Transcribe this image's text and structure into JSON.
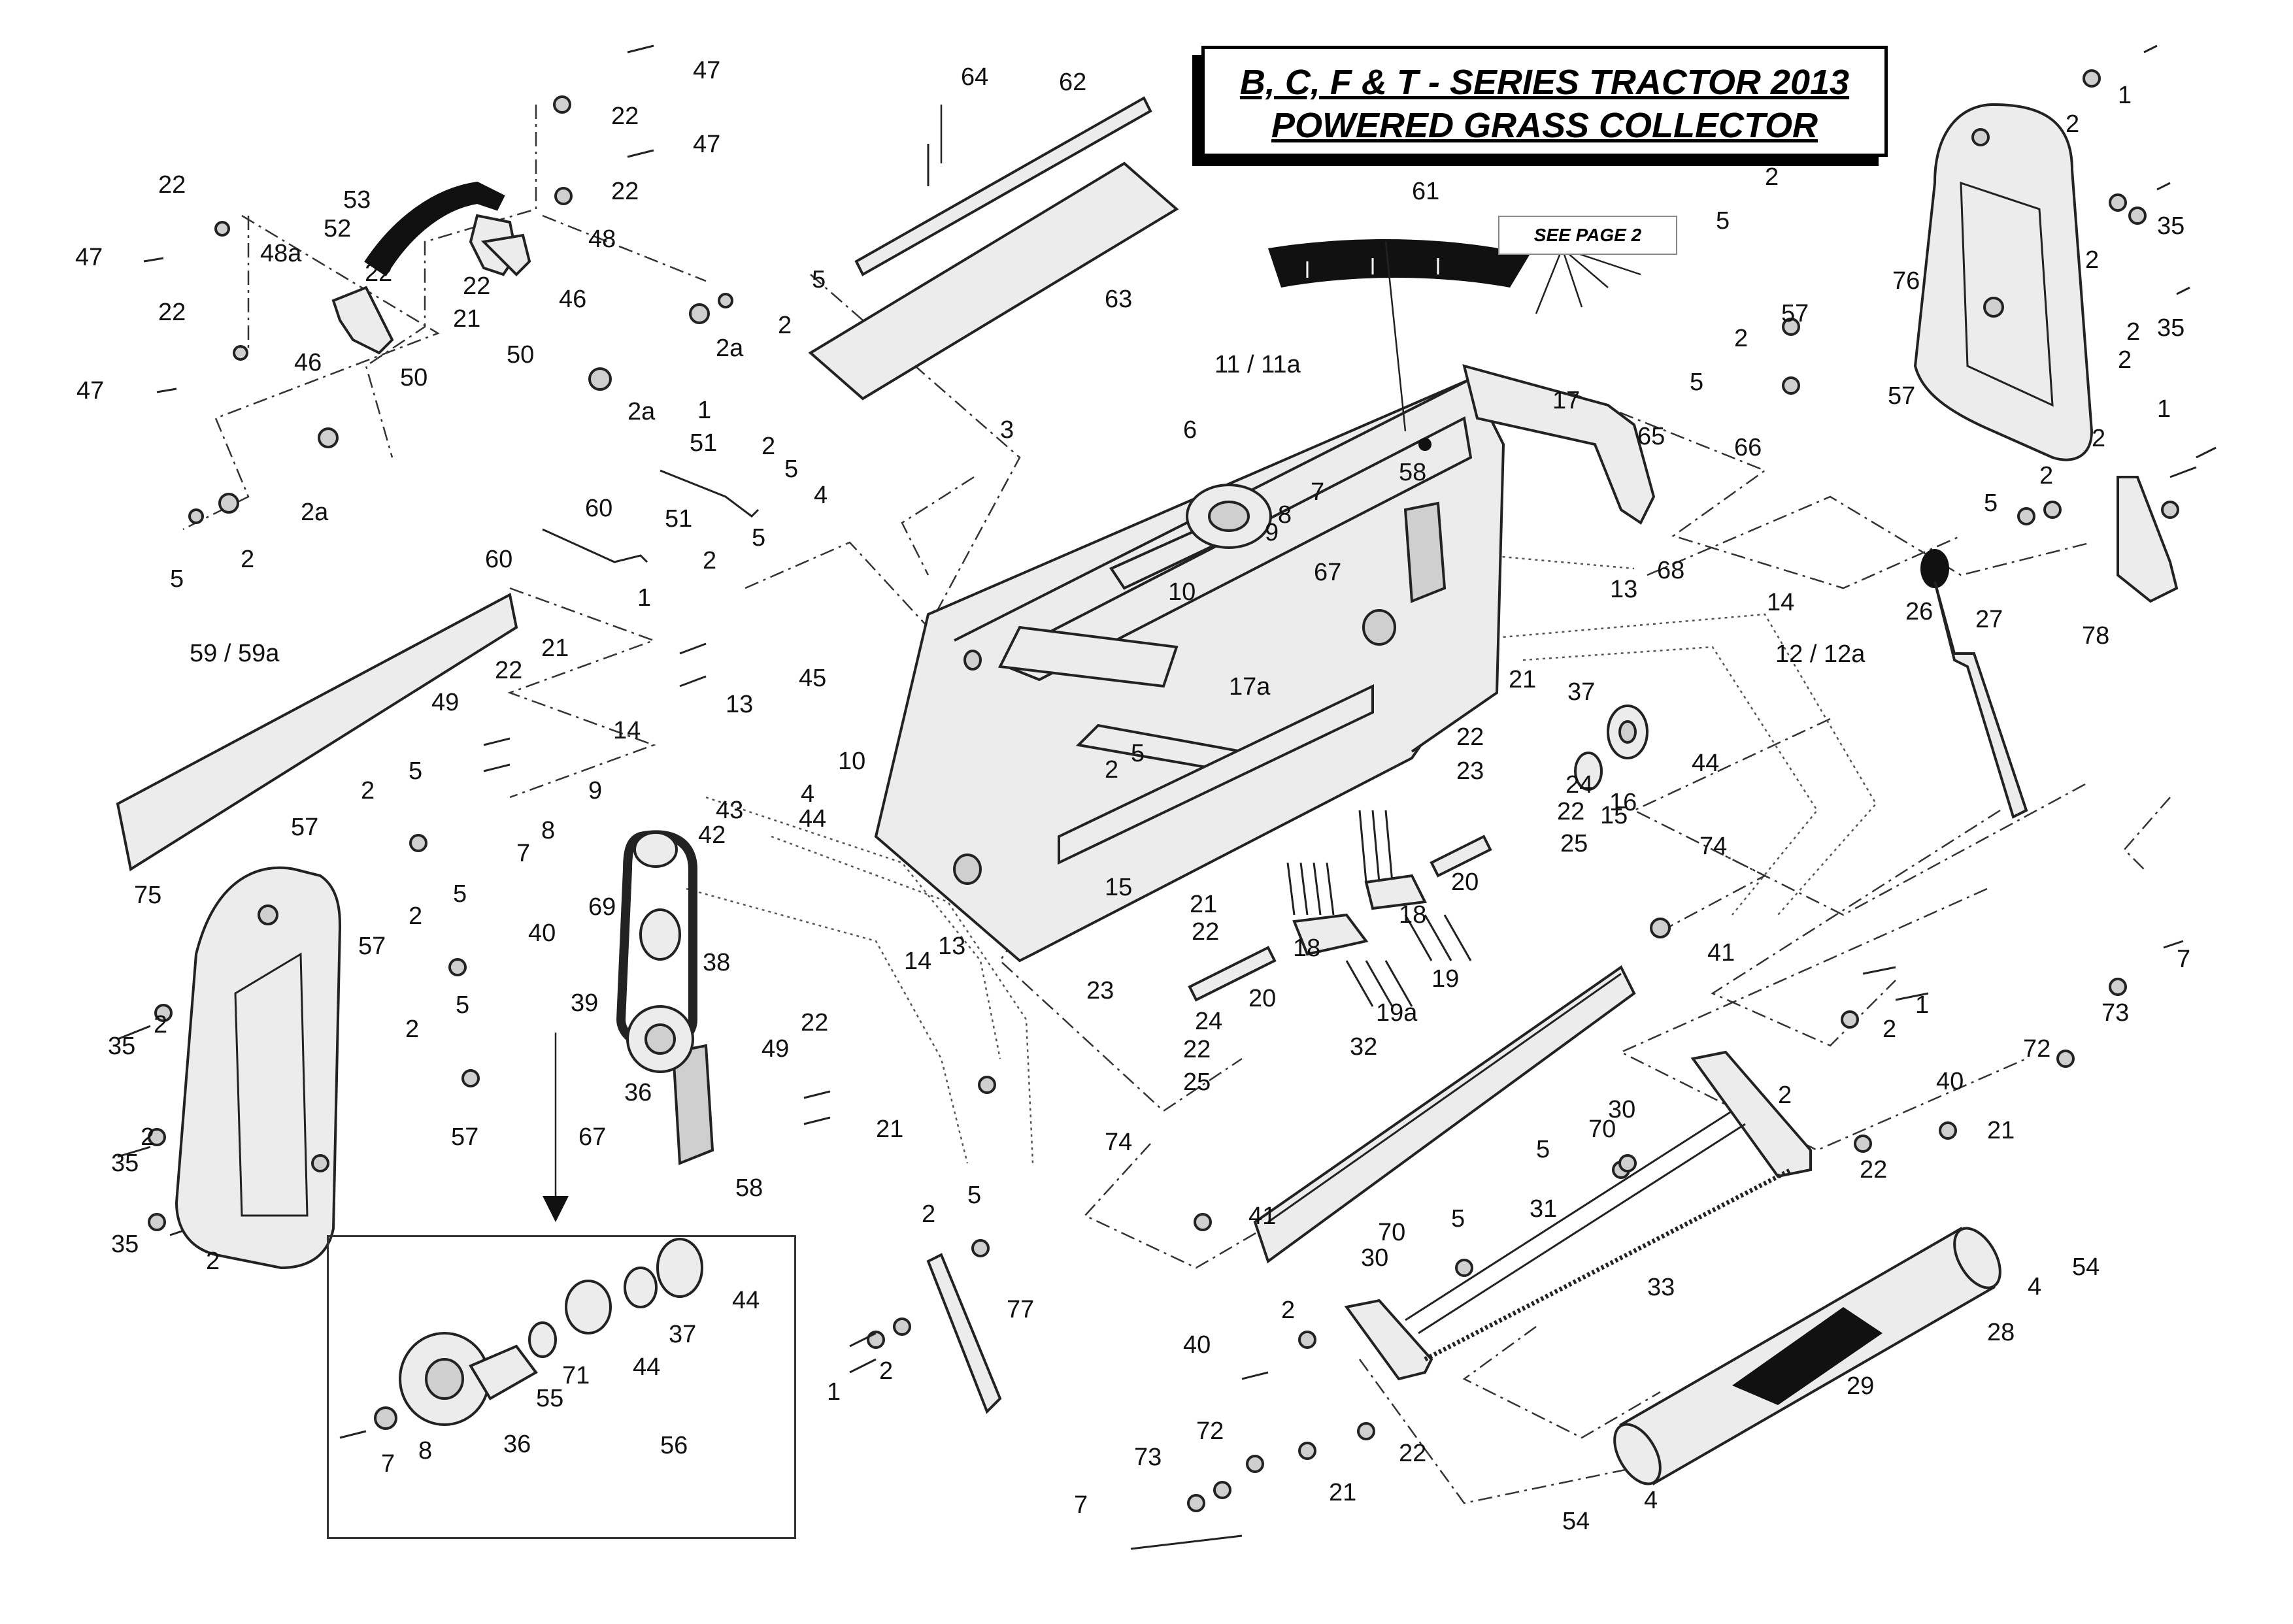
{
  "title": {
    "line1": "B, C, F & T - SERIES TRACTOR 2013",
    "line2": "POWERED GRASS COLLECTOR"
  },
  "note": "SEE PAGE 2",
  "callouts": [
    {
      "id": "c1",
      "text": "47"
    },
    {
      "id": "c2",
      "text": "22"
    },
    {
      "id": "c3",
      "text": "47"
    },
    {
      "id": "c4",
      "text": "22"
    },
    {
      "id": "c5",
      "text": "53"
    },
    {
      "id": "c6",
      "text": "22"
    },
    {
      "id": "c7",
      "text": "47"
    },
    {
      "id": "c8",
      "text": "52"
    },
    {
      "id": "c9",
      "text": "48a"
    },
    {
      "id": "c10",
      "text": "48"
    },
    {
      "id": "c11",
      "text": "22"
    },
    {
      "id": "c12",
      "text": "21"
    },
    {
      "id": "c13",
      "text": "22"
    },
    {
      "id": "c14",
      "text": "46"
    },
    {
      "id": "c15",
      "text": "22"
    },
    {
      "id": "c16",
      "text": "46"
    },
    {
      "id": "c17",
      "text": "47"
    },
    {
      "id": "c18",
      "text": "50"
    },
    {
      "id": "c19",
      "text": "50"
    },
    {
      "id": "c20",
      "text": "2a"
    },
    {
      "id": "c21",
      "text": "2a"
    },
    {
      "id": "c22",
      "text": "5"
    },
    {
      "id": "c23",
      "text": "2"
    },
    {
      "id": "c24",
      "text": "2a"
    },
    {
      "id": "c25",
      "text": "5"
    },
    {
      "id": "c26",
      "text": "2"
    },
    {
      "id": "c27",
      "text": "60"
    },
    {
      "id": "c28",
      "text": "60"
    },
    {
      "id": "c29",
      "text": "51"
    },
    {
      "id": "c30",
      "text": "51"
    },
    {
      "id": "c31",
      "text": "1"
    },
    {
      "id": "c32",
      "text": "2"
    },
    {
      "id": "c33",
      "text": "5"
    },
    {
      "id": "c34",
      "text": "3"
    },
    {
      "id": "c35",
      "text": "4"
    },
    {
      "id": "c36",
      "text": "64"
    },
    {
      "id": "c37",
      "text": "62"
    },
    {
      "id": "c38",
      "text": "63"
    },
    {
      "id": "c39",
      "text": "61"
    },
    {
      "id": "c40",
      "text": "11 / 11a"
    },
    {
      "id": "c41",
      "text": "17"
    },
    {
      "id": "c42",
      "text": "6"
    },
    {
      "id": "c43",
      "text": "7"
    },
    {
      "id": "c44",
      "text": "8"
    },
    {
      "id": "c45",
      "text": "9"
    },
    {
      "id": "c46",
      "text": "58"
    },
    {
      "id": "c47",
      "text": "10"
    },
    {
      "id": "c48",
      "text": "67"
    },
    {
      "id": "c49",
      "text": "65"
    },
    {
      "id": "c50",
      "text": "66"
    },
    {
      "id": "c51",
      "text": "68"
    },
    {
      "id": "c52",
      "text": "13"
    },
    {
      "id": "c53",
      "text": "14"
    },
    {
      "id": "c54",
      "text": "12 / 12a"
    },
    {
      "id": "c55",
      "text": "1"
    },
    {
      "id": "c56",
      "text": "2"
    },
    {
      "id": "c57",
      "text": "2"
    },
    {
      "id": "c58",
      "text": "5"
    },
    {
      "id": "c59",
      "text": "2"
    },
    {
      "id": "c60",
      "text": "35"
    },
    {
      "id": "c61",
      "text": "76"
    },
    {
      "id": "c62",
      "text": "2"
    },
    {
      "id": "c63",
      "text": "35"
    },
    {
      "id": "c64",
      "text": "57"
    },
    {
      "id": "c65",
      "text": "2"
    },
    {
      "id": "c66",
      "text": "5"
    },
    {
      "id": "c67",
      "text": "2"
    },
    {
      "id": "c68",
      "text": "57"
    },
    {
      "id": "c69",
      "text": "1"
    },
    {
      "id": "c70",
      "text": "2"
    },
    {
      "id": "c71",
      "text": "2"
    },
    {
      "id": "c72",
      "text": "5"
    },
    {
      "id": "c73",
      "text": "26"
    },
    {
      "id": "c74",
      "text": "27"
    },
    {
      "id": "c75",
      "text": "78"
    },
    {
      "id": "c76",
      "text": "59 / 59a"
    },
    {
      "id": "c77",
      "text": "21"
    },
    {
      "id": "c78",
      "text": "22"
    },
    {
      "id": "c79",
      "text": "49"
    },
    {
      "id": "c80",
      "text": "1"
    },
    {
      "id": "c81",
      "text": "2"
    },
    {
      "id": "c82",
      "text": "5"
    },
    {
      "id": "c83",
      "text": "45"
    },
    {
      "id": "c84",
      "text": "13"
    },
    {
      "id": "c85",
      "text": "14"
    },
    {
      "id": "c86",
      "text": "10"
    },
    {
      "id": "c87",
      "text": "4"
    },
    {
      "id": "c88",
      "text": "43"
    },
    {
      "id": "c89",
      "text": "44"
    },
    {
      "id": "c90",
      "text": "17a"
    },
    {
      "id": "c91",
      "text": "2"
    },
    {
      "id": "c92",
      "text": "5"
    },
    {
      "id": "c93",
      "text": "21"
    },
    {
      "id": "c94",
      "text": "22"
    },
    {
      "id": "c95",
      "text": "23"
    },
    {
      "id": "c96",
      "text": "37"
    },
    {
      "id": "c97",
      "text": "16"
    },
    {
      "id": "c98",
      "text": "44"
    },
    {
      "id": "c99",
      "text": "15"
    },
    {
      "id": "c100",
      "text": "24"
    },
    {
      "id": "c101",
      "text": "22"
    },
    {
      "id": "c102",
      "text": "25"
    },
    {
      "id": "c103",
      "text": "74"
    },
    {
      "id": "c104",
      "text": "57"
    },
    {
      "id": "c105",
      "text": "2"
    },
    {
      "id": "c106",
      "text": "5"
    },
    {
      "id": "c107",
      "text": "75"
    },
    {
      "id": "c108",
      "text": "9"
    },
    {
      "id": "c109",
      "text": "8"
    },
    {
      "id": "c110",
      "text": "7"
    },
    {
      "id": "c111",
      "text": "42"
    },
    {
      "id": "c112",
      "text": "57"
    },
    {
      "id": "c113",
      "text": "2"
    },
    {
      "id": "c114",
      "text": "5"
    },
    {
      "id": "c115",
      "text": "40"
    },
    {
      "id": "c116",
      "text": "69"
    },
    {
      "id": "c117",
      "text": "38"
    },
    {
      "id": "c118",
      "text": "39"
    },
    {
      "id": "c119",
      "text": "35"
    },
    {
      "id": "c120",
      "text": "2"
    },
    {
      "id": "c121",
      "text": "2"
    },
    {
      "id": "c122",
      "text": "5"
    },
    {
      "id": "c123",
      "text": "15"
    },
    {
      "id": "c124",
      "text": "21"
    },
    {
      "id": "c125",
      "text": "22"
    },
    {
      "id": "c126",
      "text": "14"
    },
    {
      "id": "c127",
      "text": "13"
    },
    {
      "id": "c128",
      "text": "23"
    },
    {
      "id": "c129",
      "text": "24"
    },
    {
      "id": "c130",
      "text": "22"
    },
    {
      "id": "c131",
      "text": "25"
    },
    {
      "id": "c132",
      "text": "20"
    },
    {
      "id": "c133",
      "text": "18"
    },
    {
      "id": "c134",
      "text": "18"
    },
    {
      "id": "c135",
      "text": "19a"
    },
    {
      "id": "c136",
      "text": "19"
    },
    {
      "id": "c137",
      "text": "20"
    },
    {
      "id": "c138",
      "text": "41"
    },
    {
      "id": "c139",
      "text": "7"
    },
    {
      "id": "c140",
      "text": "1"
    },
    {
      "id": "c141",
      "text": "2"
    },
    {
      "id": "c142",
      "text": "73"
    },
    {
      "id": "c143",
      "text": "72"
    },
    {
      "id": "c144",
      "text": "36"
    },
    {
      "id": "c145",
      "text": "57"
    },
    {
      "id": "c146",
      "text": "22"
    },
    {
      "id": "c147",
      "text": "49"
    },
    {
      "id": "c148",
      "text": "21"
    },
    {
      "id": "c149",
      "text": "35"
    },
    {
      "id": "c150",
      "text": "2"
    },
    {
      "id": "c151",
      "text": "67"
    },
    {
      "id": "c152",
      "text": "58"
    },
    {
      "id": "c153",
      "text": "32"
    },
    {
      "id": "c154",
      "text": "2"
    },
    {
      "id": "c155",
      "text": "40"
    },
    {
      "id": "c156",
      "text": "21"
    },
    {
      "id": "c157",
      "text": "22"
    },
    {
      "id": "c158",
      "text": "30"
    },
    {
      "id": "c159",
      "text": "70"
    },
    {
      "id": "c160",
      "text": "5"
    },
    {
      "id": "c161",
      "text": "74"
    },
    {
      "id": "c162",
      "text": "41"
    },
    {
      "id": "c163",
      "text": "31"
    },
    {
      "id": "c164",
      "text": "35"
    },
    {
      "id": "c165",
      "text": "2"
    },
    {
      "id": "c166",
      "text": "5"
    },
    {
      "id": "c167",
      "text": "2"
    },
    {
      "id": "c168",
      "text": "77"
    },
    {
      "id": "c169",
      "text": "1"
    },
    {
      "id": "c170",
      "text": "2"
    },
    {
      "id": "c171",
      "text": "70"
    },
    {
      "id": "c172",
      "text": "5"
    },
    {
      "id": "c173",
      "text": "30"
    },
    {
      "id": "c174",
      "text": "33"
    },
    {
      "id": "c175",
      "text": "54"
    },
    {
      "id": "c176",
      "text": "4"
    },
    {
      "id": "c177",
      "text": "28"
    },
    {
      "id": "c178",
      "text": "29"
    },
    {
      "id": "c179",
      "text": "2"
    },
    {
      "id": "c180",
      "text": "40"
    },
    {
      "id": "c181",
      "text": "72"
    },
    {
      "id": "c182",
      "text": "22"
    },
    {
      "id": "c183",
      "text": "73"
    },
    {
      "id": "c184",
      "text": "21"
    },
    {
      "id": "c185",
      "text": "7"
    },
    {
      "id": "c186",
      "text": "54"
    },
    {
      "id": "c187",
      "text": "4"
    },
    {
      "id": "c188",
      "text": "44"
    },
    {
      "id": "c189",
      "text": "37"
    },
    {
      "id": "c190",
      "text": "71"
    },
    {
      "id": "c191",
      "text": "44"
    },
    {
      "id": "c192",
      "text": "55"
    },
    {
      "id": "c193",
      "text": "36"
    },
    {
      "id": "c194",
      "text": "8"
    },
    {
      "id": "c195",
      "text": "7"
    },
    {
      "id": "c196",
      "text": "56"
    }
  ]
}
